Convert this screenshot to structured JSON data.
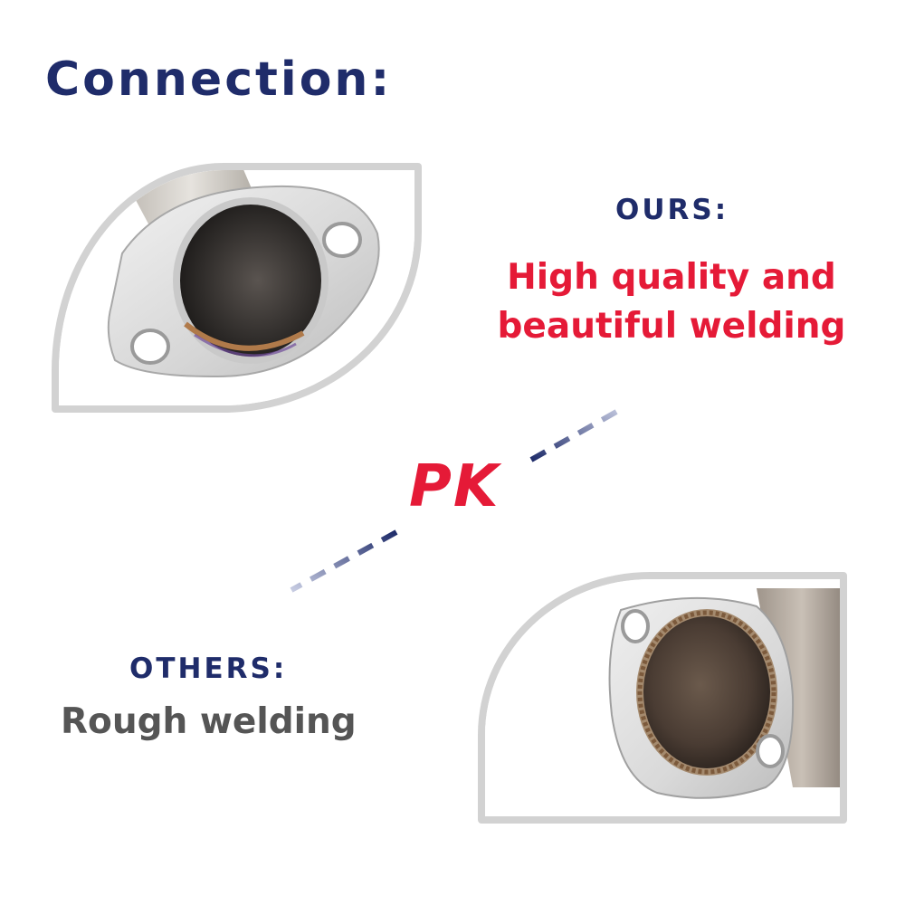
{
  "title": "Connection:",
  "ours": {
    "label": "OURS:",
    "description_line1": "High quality and",
    "description_line2": "beautiful welding"
  },
  "versus": "PK",
  "others": {
    "label": "OTHERS:",
    "description": "Rough welding"
  },
  "colors": {
    "navy": "#1f2c6a",
    "red": "#e51a37",
    "gray_text": "#555555",
    "frame_gray": "#d2d2d2"
  }
}
